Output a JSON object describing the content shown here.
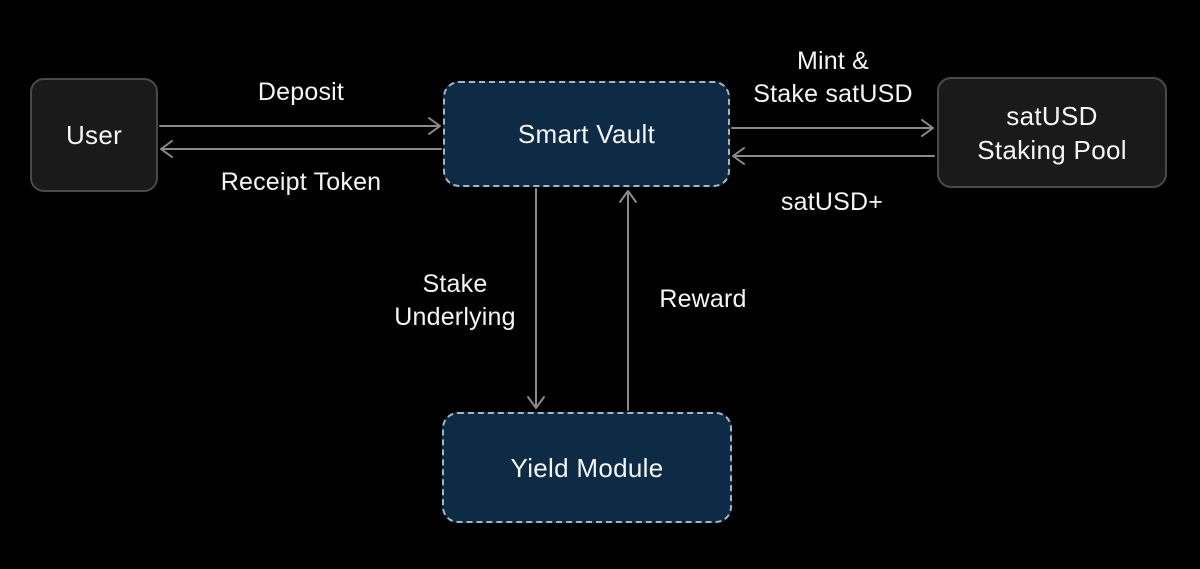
{
  "colors": {
    "background": "#000000",
    "dark-node-fill": "#1a1a1b",
    "dark-node-border": "#4a4a4a",
    "navy-node-fill": "#0d2b45",
    "navy-node-border": "#a5b6c3",
    "arrow": "#8b8b8b",
    "text": "#f4f5f6"
  },
  "nodes": {
    "user": {
      "label": "User"
    },
    "smart_vault": {
      "label": "Smart Vault"
    },
    "staking_pool": {
      "label": "satUSD\nStaking Pool"
    },
    "yield_module": {
      "label": "Yield Module"
    }
  },
  "edges": {
    "deposit": {
      "label": "Deposit",
      "from": "User",
      "to": "Smart Vault"
    },
    "receipt_token": {
      "label": "Receipt Token",
      "from": "Smart Vault",
      "to": "User"
    },
    "mint_stake": {
      "label": "Mint &\nStake satUSD",
      "from": "Smart Vault",
      "to": "satUSD Staking Pool"
    },
    "satusd_plus": {
      "label": "satUSD+",
      "from": "satUSD Staking Pool",
      "to": "Smart Vault"
    },
    "stake_underlying": {
      "label": "Stake\nUnderlying",
      "from": "Smart Vault",
      "to": "Yield Module"
    },
    "reward": {
      "label": "Reward",
      "from": "Yield Module",
      "to": "Smart Vault"
    }
  }
}
